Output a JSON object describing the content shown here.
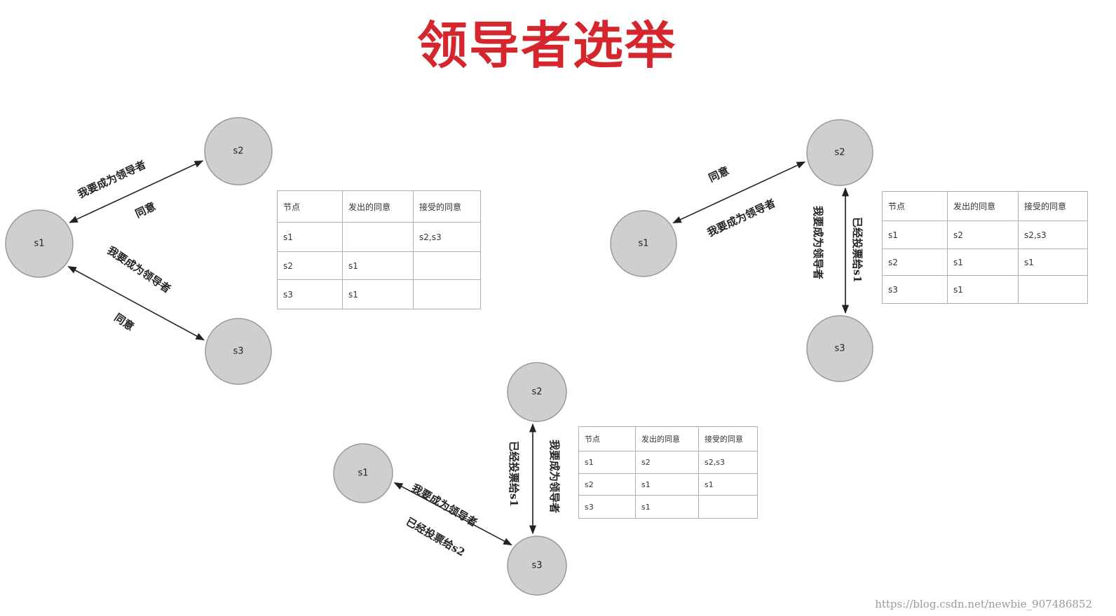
{
  "title": "领导者选举",
  "table_headers": [
    "节点",
    "发出的同意",
    "接受的同意"
  ],
  "panels": [
    {
      "nodes": {
        "s1": "s1",
        "s2": "s2",
        "s3": "s3"
      },
      "edges": [
        {
          "from": "s1",
          "to": "s2",
          "label": "我要成为领导者"
        },
        {
          "from": "s2",
          "to": "s1",
          "label": "同意"
        },
        {
          "from": "s1",
          "to": "s3",
          "label": "我要成为领导者"
        },
        {
          "from": "s3",
          "to": "s1",
          "label": "同意"
        }
      ],
      "table": [
        [
          "s1",
          "",
          "s2,s3"
        ],
        [
          "s2",
          "s1",
          ""
        ],
        [
          "s3",
          "s1",
          ""
        ]
      ]
    },
    {
      "nodes": {
        "s1": "s1",
        "s2": "s2",
        "s3": "s3"
      },
      "edges": [
        {
          "from": "s1",
          "to": "s2",
          "label": "同意"
        },
        {
          "from": "s2",
          "to": "s1",
          "label": "我要成为领导者"
        },
        {
          "from": "s2",
          "to": "s3",
          "label": "我要成为领导者"
        },
        {
          "from": "s3",
          "to": "s2",
          "label": "已经投票给s1"
        }
      ],
      "table": [
        [
          "s1",
          "s2",
          "s2,s3"
        ],
        [
          "s2",
          "s1",
          "s1"
        ],
        [
          "s3",
          "s1",
          ""
        ]
      ]
    },
    {
      "nodes": {
        "s1": "s1",
        "s2": "s2",
        "s3": "s3"
      },
      "edges": [
        {
          "from": "s3",
          "to": "s1",
          "label": "我要成为领导者"
        },
        {
          "from": "s1",
          "to": "s3",
          "label": "已经投票给s2"
        },
        {
          "from": "s2",
          "to": "s3",
          "label": "已经投票给s1"
        },
        {
          "from": "s3",
          "to": "s2",
          "label": "我要成为领导者"
        }
      ],
      "table": [
        [
          "s1",
          "s2",
          "s2,s3"
        ],
        [
          "s2",
          "s1",
          "s1"
        ],
        [
          "s3",
          "s1",
          ""
        ]
      ]
    }
  ],
  "watermark": "https://blog.csdn.net/newbie_907486852"
}
